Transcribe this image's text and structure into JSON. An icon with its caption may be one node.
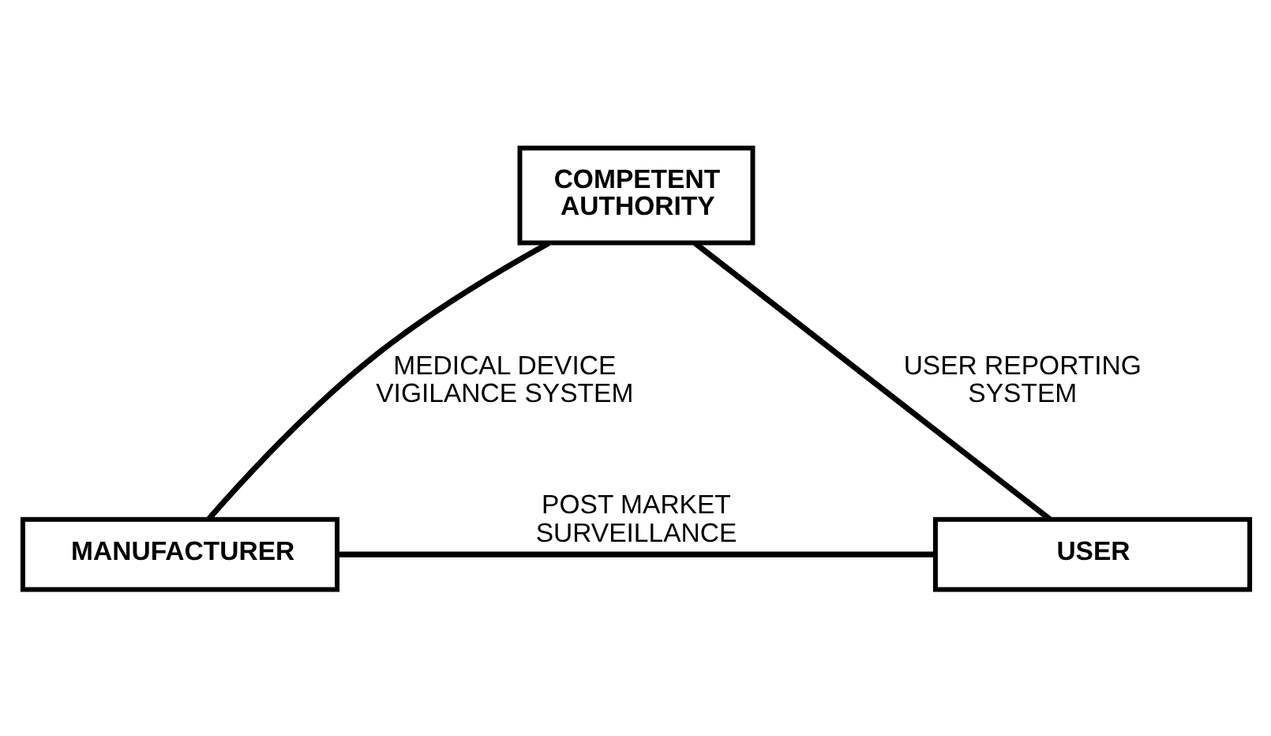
{
  "diagram": {
    "nodes": [
      {
        "text": [
          "COMPETENT AUTHORITY"
        ]
      },
      {
        "text": [
          "MANUFACTURER"
        ]
      },
      {
        "text": [
          "USER"
        ]
      }
    ],
    "edges": [
      {
        "from": 0,
        "to": 1,
        "arrow": "none",
        "label": "MEDICAL DEVICE VIGILANCE SYSTEM"
      },
      {
        "from": 0,
        "to": 2,
        "arrow": "none",
        "label": "USER REPORTING SYSTEM"
      },
      {
        "from": 1,
        "to": 2,
        "arrow": "none",
        "label": "POST MARKET SURVEILLANCE"
      }
    ]
  }
}
